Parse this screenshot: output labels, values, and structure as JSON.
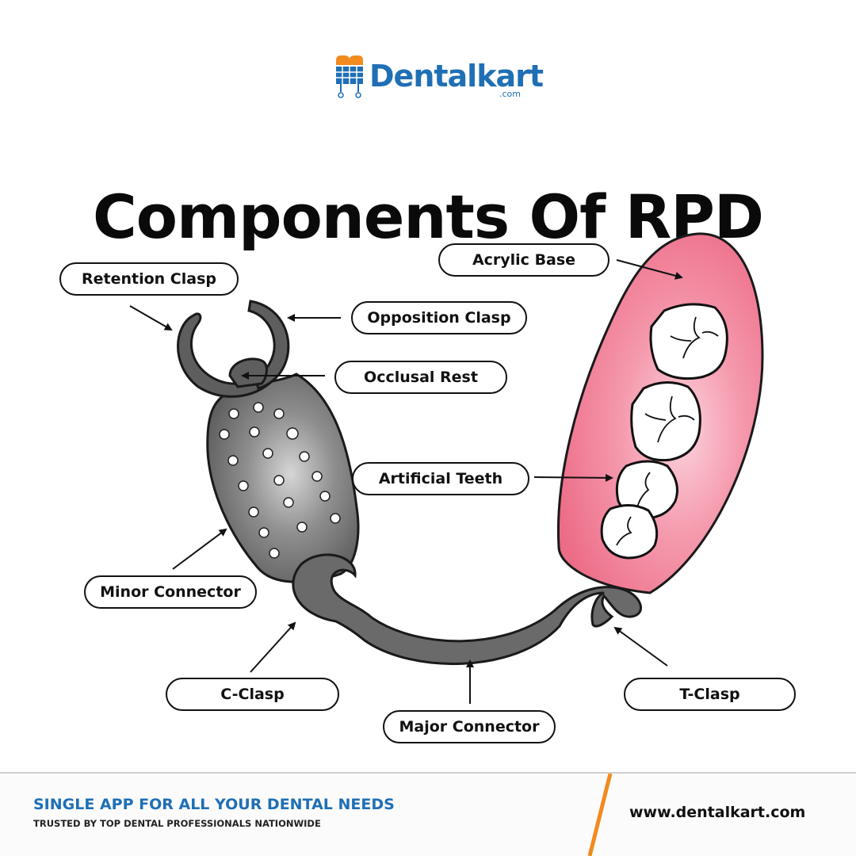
{
  "brand": {
    "name": "Dentalkart",
    "domain_suffix": ".com"
  },
  "title": "Components Of RPD",
  "labels": {
    "acrylic_base": "Acrylic Base",
    "retention_clasp": "Retention Clasp",
    "opposition_clasp": "Opposition Clasp",
    "occlusal_rest": "Occlusal Rest",
    "artificial_teeth": "Artificial Teeth",
    "minor_connector": "Minor Connector",
    "c_clasp": "C-Clasp",
    "major_connector": "Major Connector",
    "t_clasp": "T-Clasp"
  },
  "footer": {
    "tagline": "SINGLE APP FOR ALL YOUR DENTAL NEEDS",
    "trusted": "TRUSTED BY TOP DENTAL PROFESSIONALS NATIONWIDE",
    "website": "www.dentalkart.com"
  },
  "colors": {
    "brand_blue": "#1f6fb5",
    "brand_orange": "#f28a1e",
    "acrylic_pink": "#ef6c86",
    "metal_gray": "#6a6a6a"
  }
}
